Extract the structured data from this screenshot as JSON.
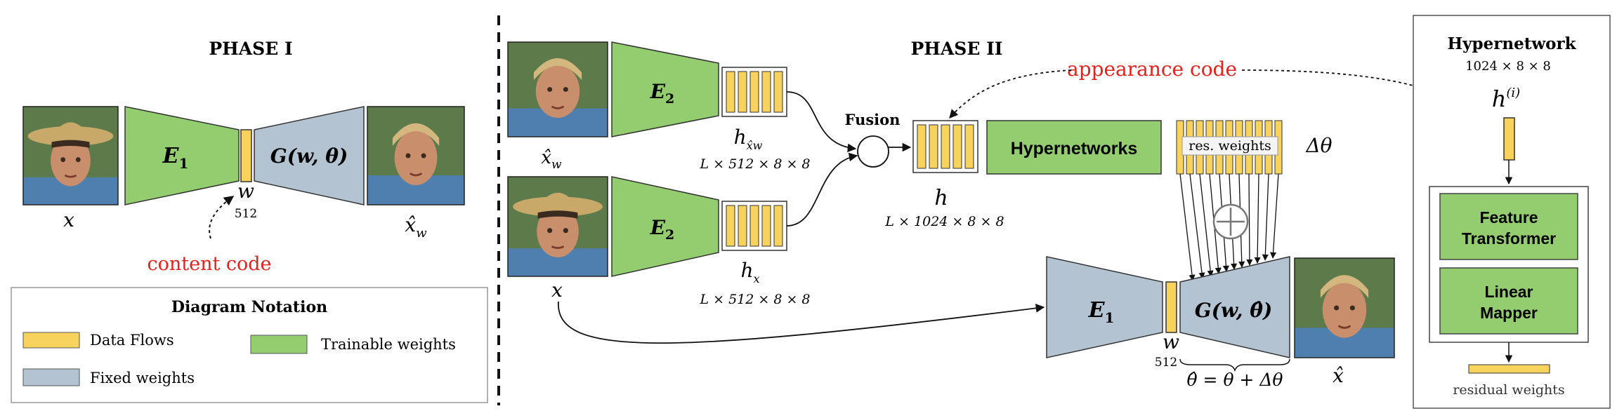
{
  "phase1": {
    "title": "PHASE I",
    "encoder": "E",
    "encoder_sub": "1",
    "generator": "G(w, θ)",
    "input_label": "x",
    "latent_label": "w",
    "latent_dim": "512",
    "output_label": "x̂",
    "output_sub": "w",
    "content_code": "content code"
  },
  "phase2": {
    "title": "PHASE II",
    "appearance_code": "appearance code",
    "encoder_top": "E",
    "encoder_top_sub": "2",
    "encoder_bottom": "E",
    "encoder_bottom_sub": "2",
    "input_top": "x̂",
    "input_top_sub": "w",
    "input_bottom": "x",
    "h_top": "h",
    "h_top_sub": "x̂w",
    "h_top_dim": "L × 512 × 8 × 8",
    "h_bottom": "h",
    "h_bottom_sub": "x",
    "h_bottom_dim": "L × 512 × 8 × 8",
    "fusion": "Fusion",
    "h_label": "h",
    "h_dim": "L × 1024 × 8 × 8",
    "hypernetworks": "Hypernetworks",
    "res_weights": "res. weights",
    "delta_theta": "Δθ",
    "encoder_fixed": "E",
    "encoder_fixed_sub": "1",
    "generator": "G(w, θ̂)",
    "latent_label": "w",
    "latent_dim": "512",
    "theta_eq": "θ̂ = θ + Δθ",
    "output_label": "x̂"
  },
  "notation": {
    "title": "Diagram Notation",
    "data_flows": "Data Flows",
    "trainable": "Trainable weights",
    "fixed": "Fixed weights"
  },
  "hypernetwork_panel": {
    "title": "Hypernetwork",
    "dim": "1024 × 8 × 8",
    "h_label": "h",
    "h_sup": "(i)",
    "feature_transformer_1": "Feature",
    "feature_transformer_2": "Transformer",
    "linear_mapper_1": "Linear",
    "linear_mapper_2": "Mapper",
    "residual": "residual weights"
  },
  "colors": {
    "trainable": "#93cd6f",
    "fixed": "#b3c3d1",
    "data": "#f7d25c",
    "red": "#e8201c"
  }
}
